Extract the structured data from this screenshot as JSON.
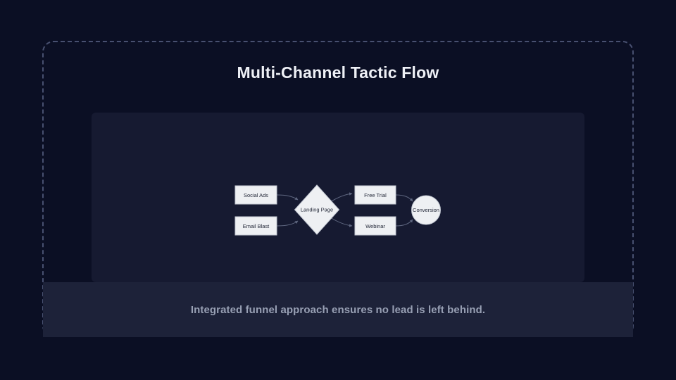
{
  "title": "Multi-Channel Tactic Flow",
  "caption": "Integrated funnel approach ensures no lead is left behind.",
  "colors": {
    "page_bg": "#0b0f24",
    "panel_border": "#485070",
    "canvas_bg": "#161a31",
    "caption_bg": "#1d2239",
    "caption_text": "#98a0b4",
    "title_text": "#eef0f6",
    "node_fill": "#eef0f3",
    "node_border": "#c5cad4",
    "node_text": "#232838",
    "edge_color": "#5f6780"
  },
  "diagram": {
    "type": "flowchart",
    "direction": "left-to-right",
    "nodes": [
      {
        "id": "social-ads",
        "label": "Social Ads",
        "shape": "rectangle"
      },
      {
        "id": "email-blast",
        "label": "Email Blast",
        "shape": "rectangle"
      },
      {
        "id": "landing-page",
        "label": "Landing Page",
        "shape": "diamond"
      },
      {
        "id": "free-trial",
        "label": "Free Trial",
        "shape": "rectangle"
      },
      {
        "id": "webinar",
        "label": "Webinar",
        "shape": "rectangle"
      },
      {
        "id": "conversion",
        "label": "Conversion",
        "shape": "circle"
      }
    ],
    "edges": [
      {
        "from": "social-ads",
        "to": "landing-page"
      },
      {
        "from": "email-blast",
        "to": "landing-page"
      },
      {
        "from": "landing-page",
        "to": "free-trial"
      },
      {
        "from": "landing-page",
        "to": "webinar"
      },
      {
        "from": "free-trial",
        "to": "conversion"
      },
      {
        "from": "webinar",
        "to": "conversion"
      }
    ]
  }
}
